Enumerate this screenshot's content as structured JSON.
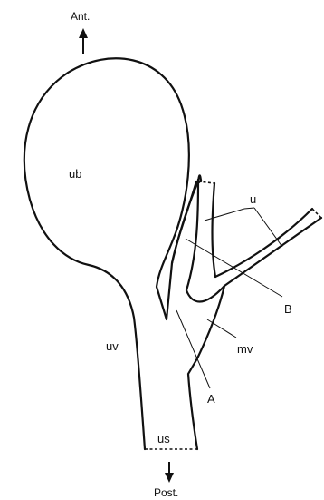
{
  "labels": {
    "anterior": "Ant.",
    "posterior": "Post.",
    "ub": "ub",
    "uv": "uv",
    "us": "us",
    "u": "u",
    "B": "B",
    "mv": "mv",
    "A": "A"
  },
  "colors": {
    "ink": "#111111",
    "background": "#ffffff"
  }
}
